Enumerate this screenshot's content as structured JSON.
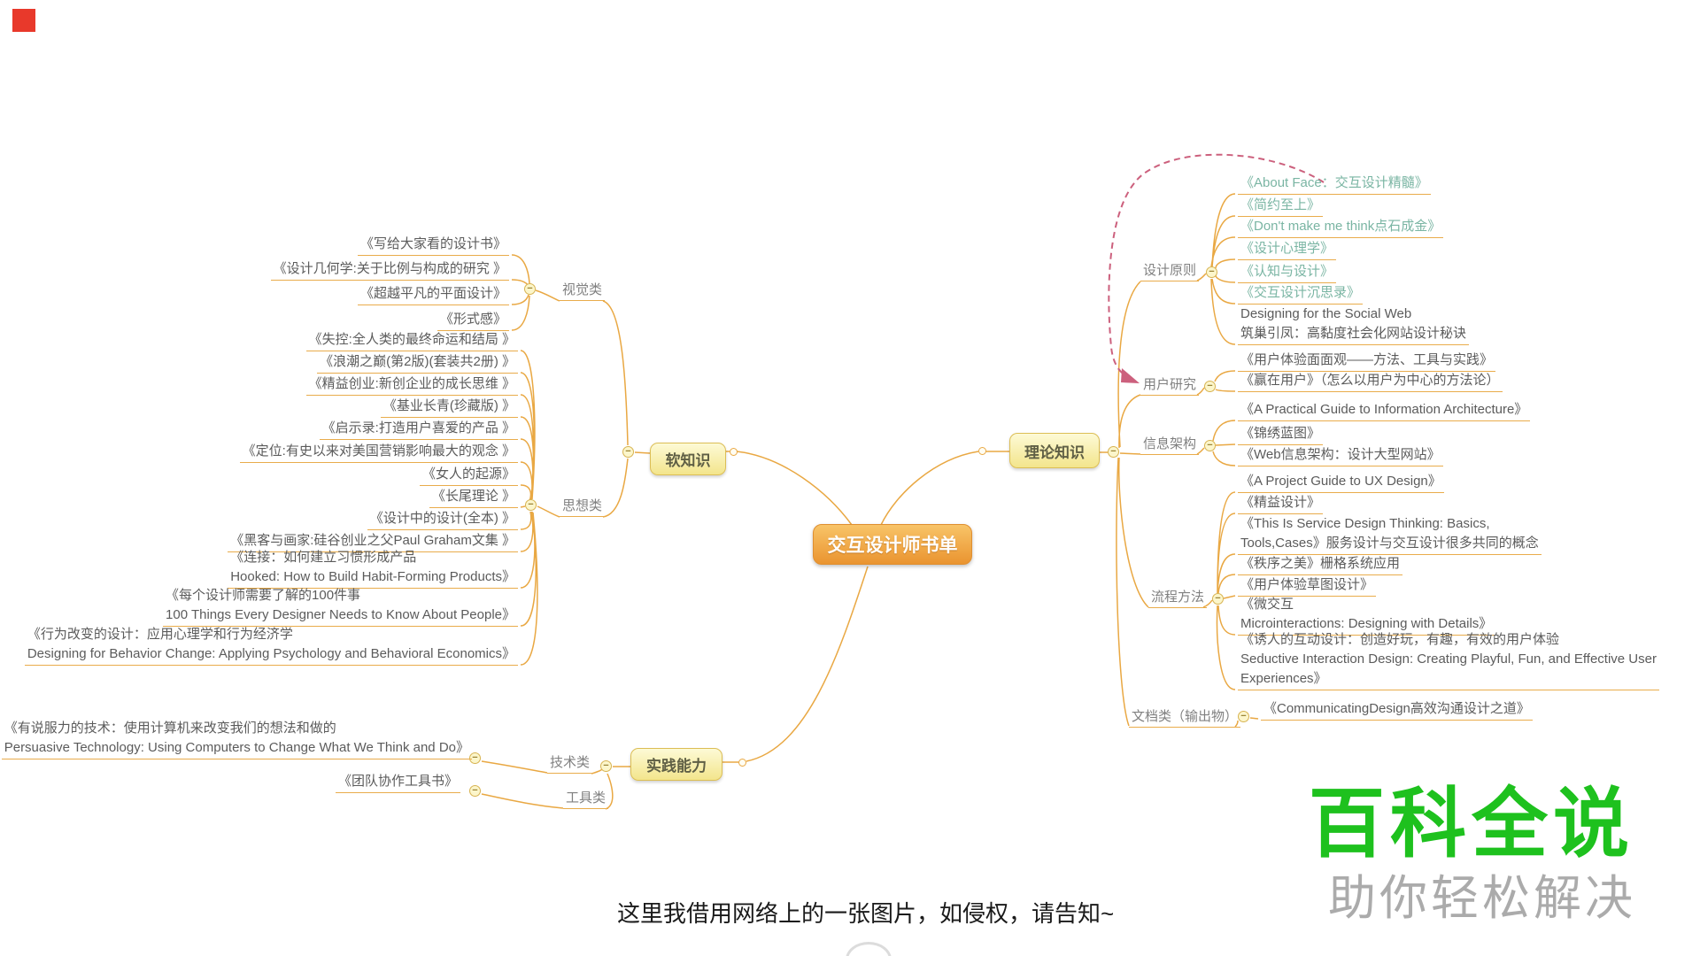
{
  "colors": {
    "branch": "#E9A843",
    "underline": "#E9AC4B",
    "teal_item": "#7AB5A3",
    "book_text": "#5B5B5B",
    "category_text": "#808080",
    "relation_arrow": "#CC607D",
    "watermark_green": "#1EC11E",
    "watermark_gray": "#ABABAB",
    "marker_red": "#E8392B"
  },
  "icons": {
    "collapse_glyph": "−"
  },
  "center": {
    "label": "交互设计师书单"
  },
  "soft": {
    "node_label": "软知识",
    "visual": {
      "label": "视觉类",
      "items": [
        "《写给大家看的设计书》",
        "《设计几何学:关于比例与构成的研究 》",
        "《超越平凡的平面设计》",
        "《形式感》"
      ]
    },
    "thought": {
      "label": "思想类",
      "items": [
        "《失控:全人类的最终命运和结局 》",
        "《浪潮之巅(第2版)(套装共2册) 》",
        "《精益创业:新创企业的成长思维 》",
        "《基业长青(珍藏版) 》",
        "《启示录:打造用户喜爱的产品 》",
        "《定位:有史以来对美国营销影响最大的观念 》",
        "《女人的起源》",
        "《长尾理论 》",
        "《设计中的设计(全本) 》",
        "《黑客与画家:硅谷创业之父Paul Graham文集 》"
      ],
      "multi": [
        {
          "l1": "《连接：如何建立习惯形成产品",
          "l2": "Hooked: How to Build Habit-Forming Products》"
        },
        {
          "l1": "《每个设计师需要了解的100件事",
          "l2": "100 Things Every Designer Needs to Know About People》"
        },
        {
          "l1": "《行为改变的设计：应用心理学和行为经济学",
          "l2": "Designing for Behavior Change: Applying Psychology and Behavioral Economics》"
        }
      ]
    }
  },
  "practice": {
    "node_label": "实践能力",
    "tech": {
      "label": "技术类",
      "book": {
        "l1": "《有说服力的技术：使用计算机来改变我们的想法和做的",
        "l2": "Persuasive Technology: Using Computers to Change What We Think and Do》"
      }
    },
    "tool": {
      "label": "工具类",
      "book": "《团队协作工具书》"
    }
  },
  "theory": {
    "node_label": "理论知识",
    "principles": {
      "label": "设计原则",
      "items": [
        "《About Face：交互设计精髓》",
        "《简约至上》",
        "《Don't make me think点石成金》",
        "《设计心理学》",
        "《认知与设计》",
        "《交互设计沉思录》"
      ],
      "plain_book": {
        "l1": "Designing for the Social Web",
        "l2": "筑巢引凤：高黏度社会化网站设计秘诀"
      }
    },
    "research": {
      "label": "用户研究",
      "items": [
        "《用户体验面面观——方法、工具与实践》",
        "《赢在用户》（怎么以用户为中心的方法论）"
      ]
    },
    "ia": {
      "label": "信息架构",
      "items": [
        "《A Practical Guide to Information Architecture》",
        "《锦绣蓝图》",
        "《Web信息架构：设计大型网站》"
      ]
    },
    "process": {
      "label": "流程方法",
      "items_a": [
        "《A Project Guide to UX Design》",
        "《精益设计》"
      ],
      "service_book": {
        "l1": "《This Is Service Design Thinking: Basics,",
        "l2": "Tools,Cases》服务设计与交互设计很多共同的概念"
      },
      "items_b": [
        "《秩序之美》栅格系统应用",
        "《用户体验草图设计》"
      ],
      "micro_book": {
        "l1": "《微交互",
        "l2": "Microinteractions: Designing with Details》"
      },
      "seductive_book": {
        "l1": "《诱人的互动设计：创造好玩，有趣，有效的用户体验",
        "l2": "Seductive Interaction Design: Creating Playful, Fun, and Effective User",
        "l3": "Experiences》"
      }
    },
    "docs": {
      "label": "文档类（输出物）",
      "items": [
        "《CommunicatingDesign高效沟通设计之道》"
      ]
    }
  },
  "watermark": {
    "title": "百科全说",
    "subtitle": "助你轻松解决"
  },
  "caption": "这里我借用网络上的一张图片，如侵权，请告知~"
}
